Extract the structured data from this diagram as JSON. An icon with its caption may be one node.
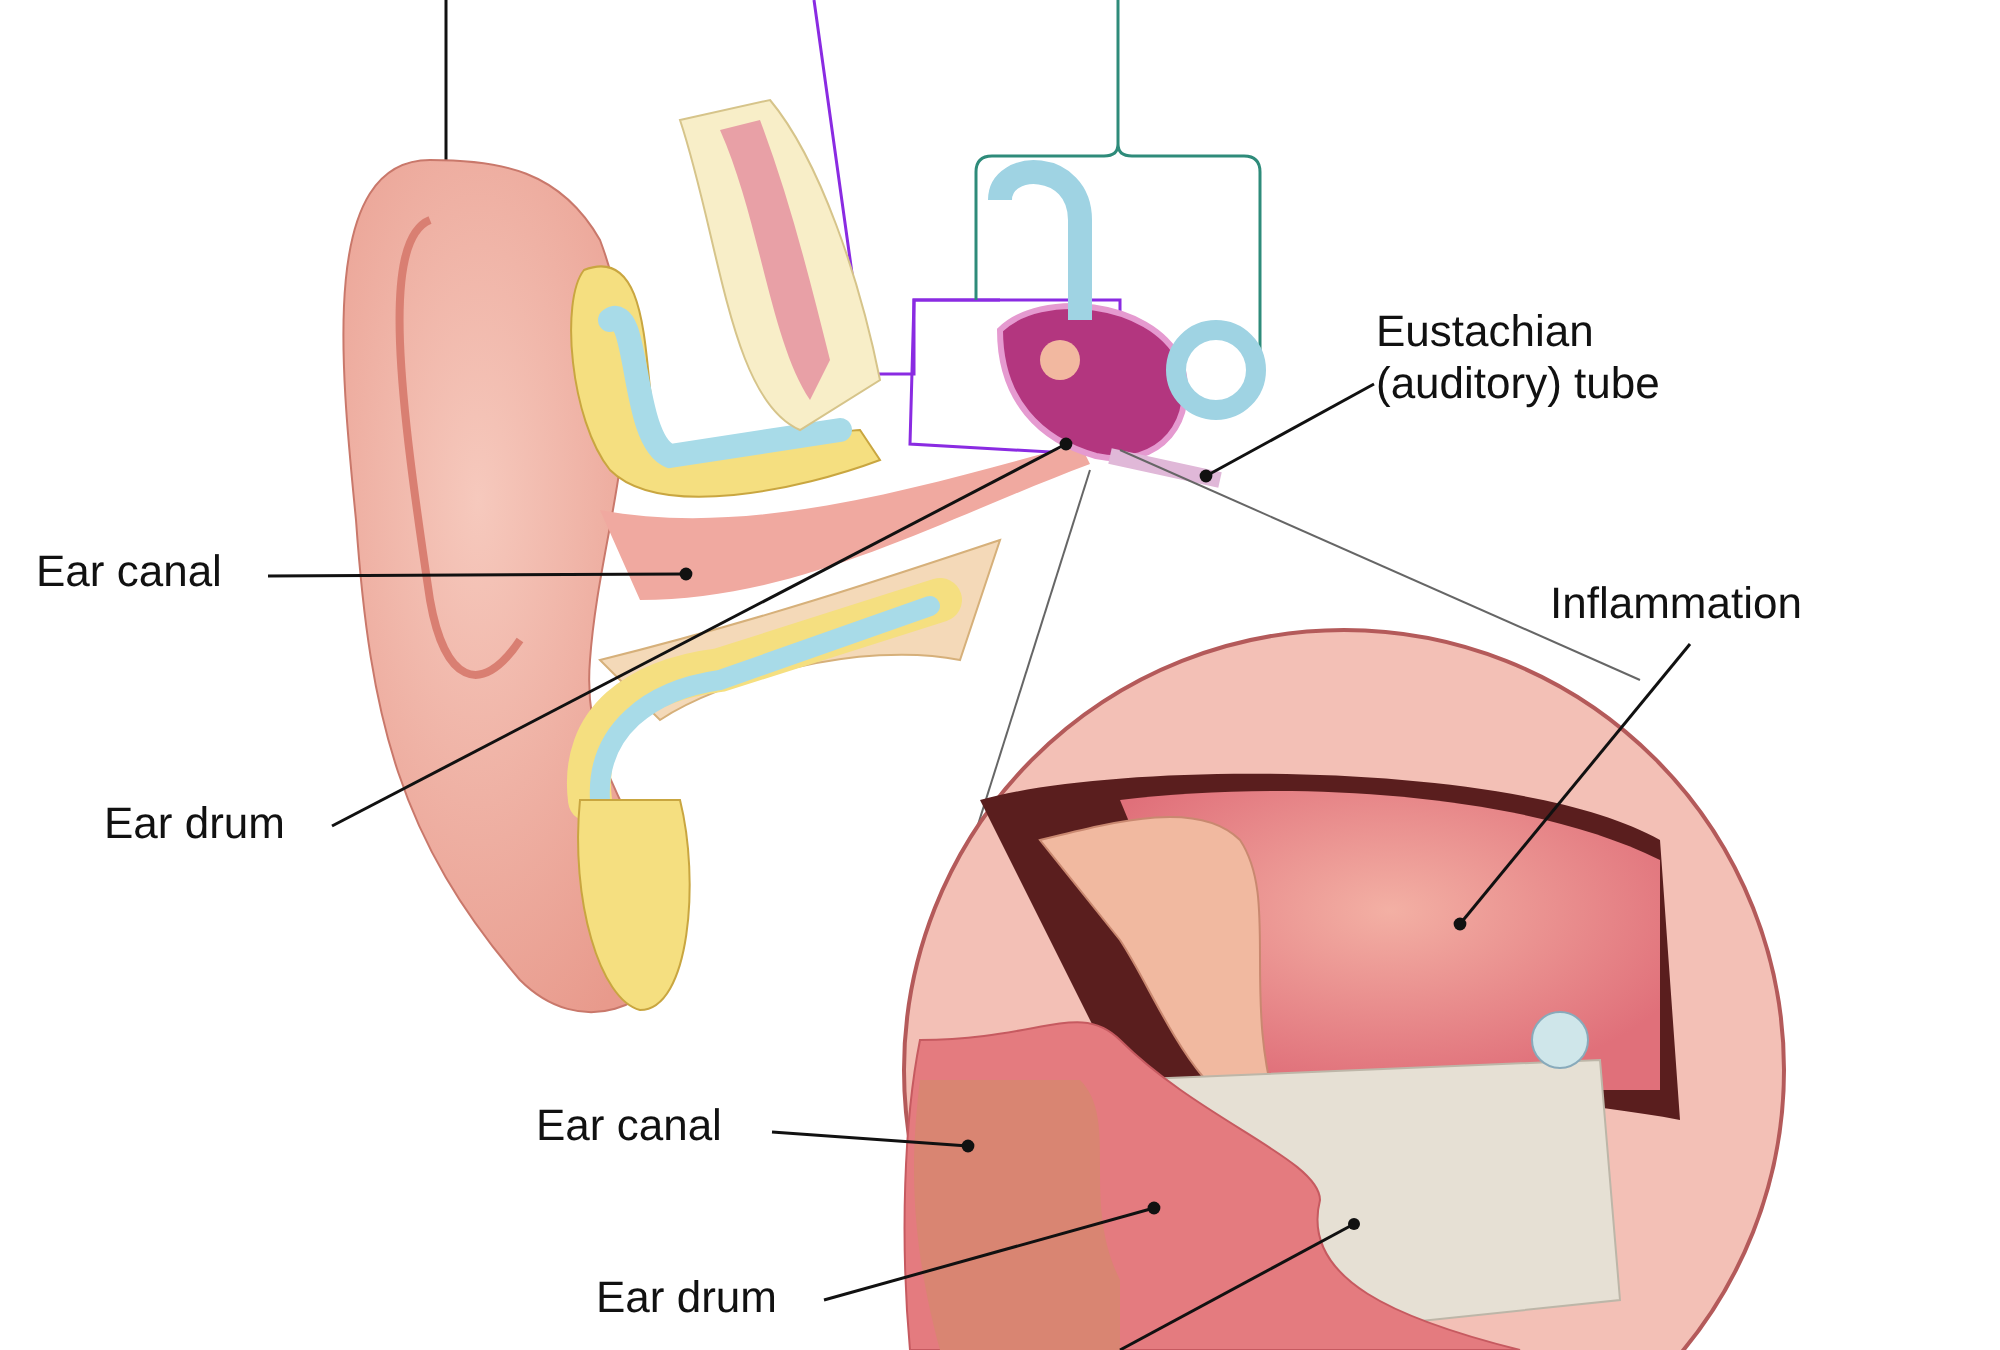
{
  "diagram": {
    "nodes": [
      {
        "text": [
          "Eustachian (auditory) tube"
        ]
      },
      {
        "text": [
          "Ear canal"
        ]
      },
      {
        "text": [
          "Ear drum"
        ]
      },
      {
        "text": [
          "Inflammation"
        ]
      },
      {
        "text": [
          "Ear canal"
        ]
      },
      {
        "text": [
          "Ear drum"
        ]
      }
    ],
    "edges": [
      {
        "from": 0,
        "to": null,
        "arrow": "other"
      },
      {
        "from": 1,
        "to": null,
        "arrow": "other"
      },
      {
        "from": 2,
        "to": null,
        "arrow": "other"
      },
      {
        "from": 3,
        "to": null,
        "arrow": "other"
      },
      {
        "from": 4,
        "to": null,
        "arrow": "other"
      },
      {
        "from": 5,
        "to": null,
        "arrow": "other"
      }
    ]
  }
}
